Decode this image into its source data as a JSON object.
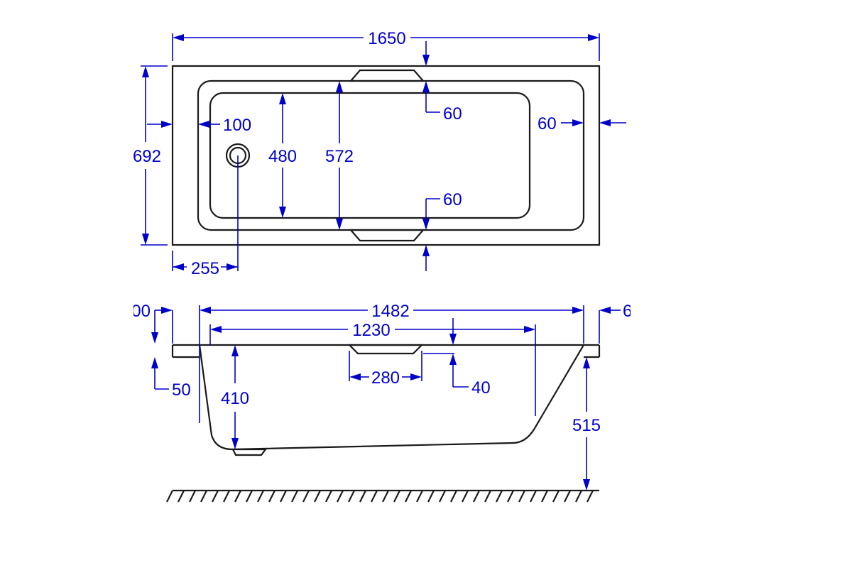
{
  "colors": {
    "dimension": "#0000c8",
    "outline": "#1a1a1a",
    "background": "#ffffff"
  },
  "plan_view": {
    "overall_length": "1650",
    "overall_width": "692",
    "inner_width": "480",
    "rim_to_rim": "572",
    "waste_offset": "100",
    "top_rim": "60",
    "bottom_rim": "60",
    "end_rim": "60",
    "waste_position": "255"
  },
  "side_view": {
    "top_length": "1482",
    "bottom_length": "1230",
    "rim_offset_left": "00",
    "rim_offset_right": "6",
    "rim_thickness": "50",
    "inner_depth": "410",
    "headrest_width": "280",
    "headrest_depth": "40",
    "total_height": "515"
  }
}
